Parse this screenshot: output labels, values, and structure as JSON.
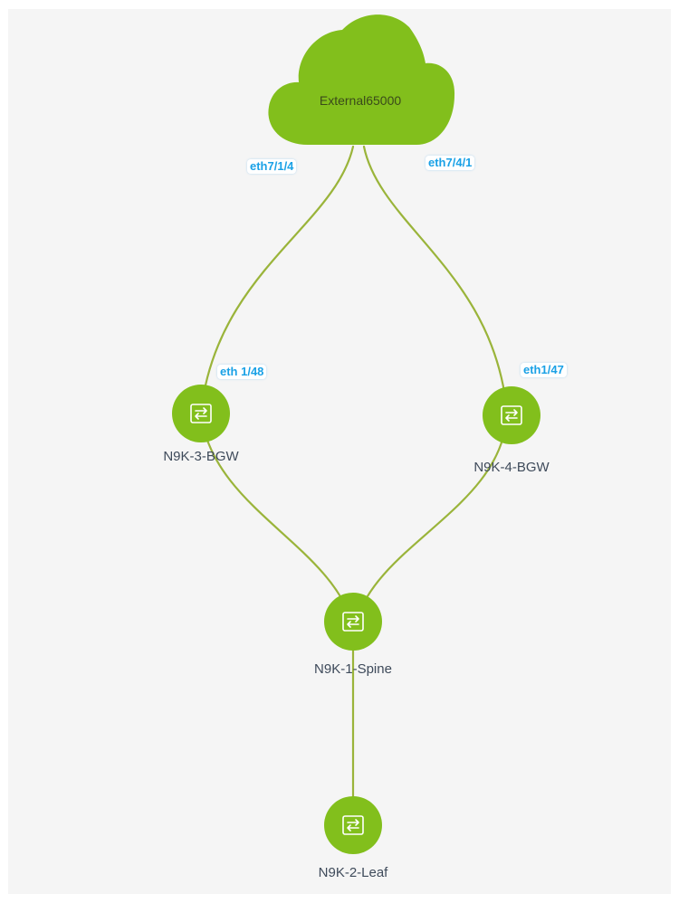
{
  "topology": {
    "colors": {
      "node": "#82bf1c",
      "link": "#9ab43a",
      "interface_label": "#1aa1e6",
      "background": "#f5f5f5"
    },
    "cloud": {
      "label": "External65000",
      "icon": "cloud-icon"
    },
    "nodes": {
      "bgw3": {
        "label": "N9K-3-BGW",
        "icon": "switch-icon"
      },
      "bgw4": {
        "label": "N9K-4-BGW",
        "icon": "switch-icon"
      },
      "spine": {
        "label": "N9K-1-Spine",
        "icon": "switch-icon"
      },
      "leaf": {
        "label": "N9K-2-Leaf",
        "icon": "switch-icon"
      }
    },
    "interfaces": {
      "cloud_to_bgw3": "eth7/1/4",
      "cloud_to_bgw4": "eth7/4/1",
      "bgw3_uplink": "eth 1/48",
      "bgw4_uplink": "eth1/47"
    }
  }
}
